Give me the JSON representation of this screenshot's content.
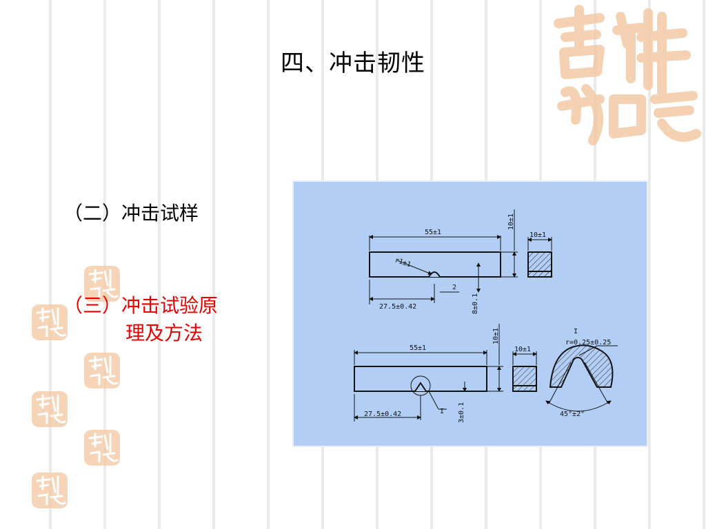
{
  "slide": {
    "title": "四、冲击韧性",
    "items": [
      {
        "label": "（二）冲击试样",
        "color": "#000000"
      },
      {
        "label_line1": "（三）冲击试验原",
        "label_line2": "理及方法",
        "color": "#e60000"
      }
    ]
  },
  "figure": {
    "top_specimen": {
      "length": "55±1",
      "notch_radius": "r1±1",
      "notch_depth": "2",
      "notch_position": "27.5±0.42",
      "height": "10±1",
      "remaining_height": "8±0.1",
      "section_width": "10±1"
    },
    "bottom_specimen": {
      "length": "55±1",
      "height": "10±1",
      "notch_position": "27.5±0.42",
      "remaining_height": "3±0.1",
      "section_width": "10±1",
      "detail_label": "I",
      "detail_radius": "r=0.25±0.25",
      "detail_angle": "45°±2°"
    }
  },
  "colors": {
    "title": "#000000",
    "item_active": "#e60000",
    "figure_bg": "#b2cef5",
    "seal": "#f3c9a6"
  }
}
